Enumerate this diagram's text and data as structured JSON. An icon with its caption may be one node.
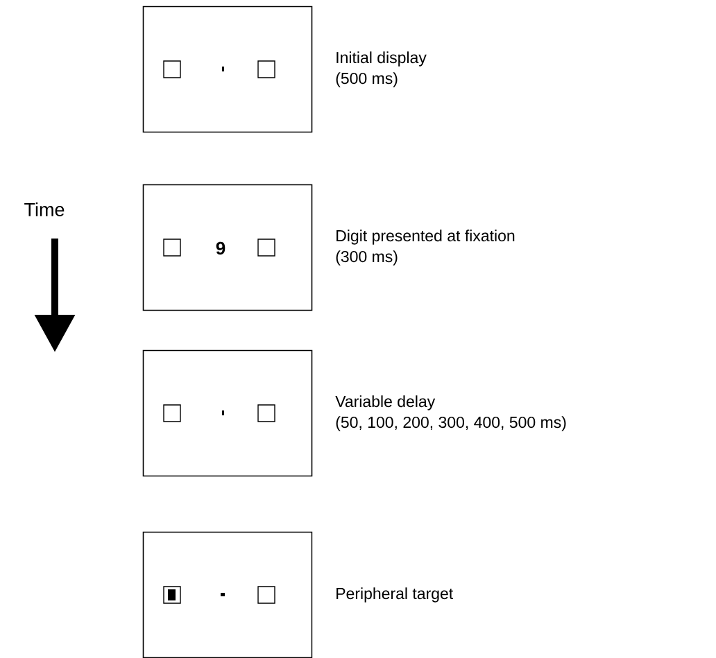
{
  "diagram": {
    "nodes": [
      {
        "text": [],
        "shape": "box",
        "beside": [
          "Initial display",
          "(500 ms)"
        ]
      },
      {
        "text": [
          "9"
        ],
        "beside": [
          "Digit presented at fixation",
          "(300 ms)"
        ]
      },
      {
        "text": [],
        "shape": "box",
        "beside": [
          "Variable delay",
          "(50, 100, 200, 300, 400, 500 ms)"
        ]
      },
      {
        "text": [],
        "shape": "box",
        "beside": [
          "Peripheral target"
        ]
      }
    ],
    "labels": [
      "Time"
    ]
  }
}
